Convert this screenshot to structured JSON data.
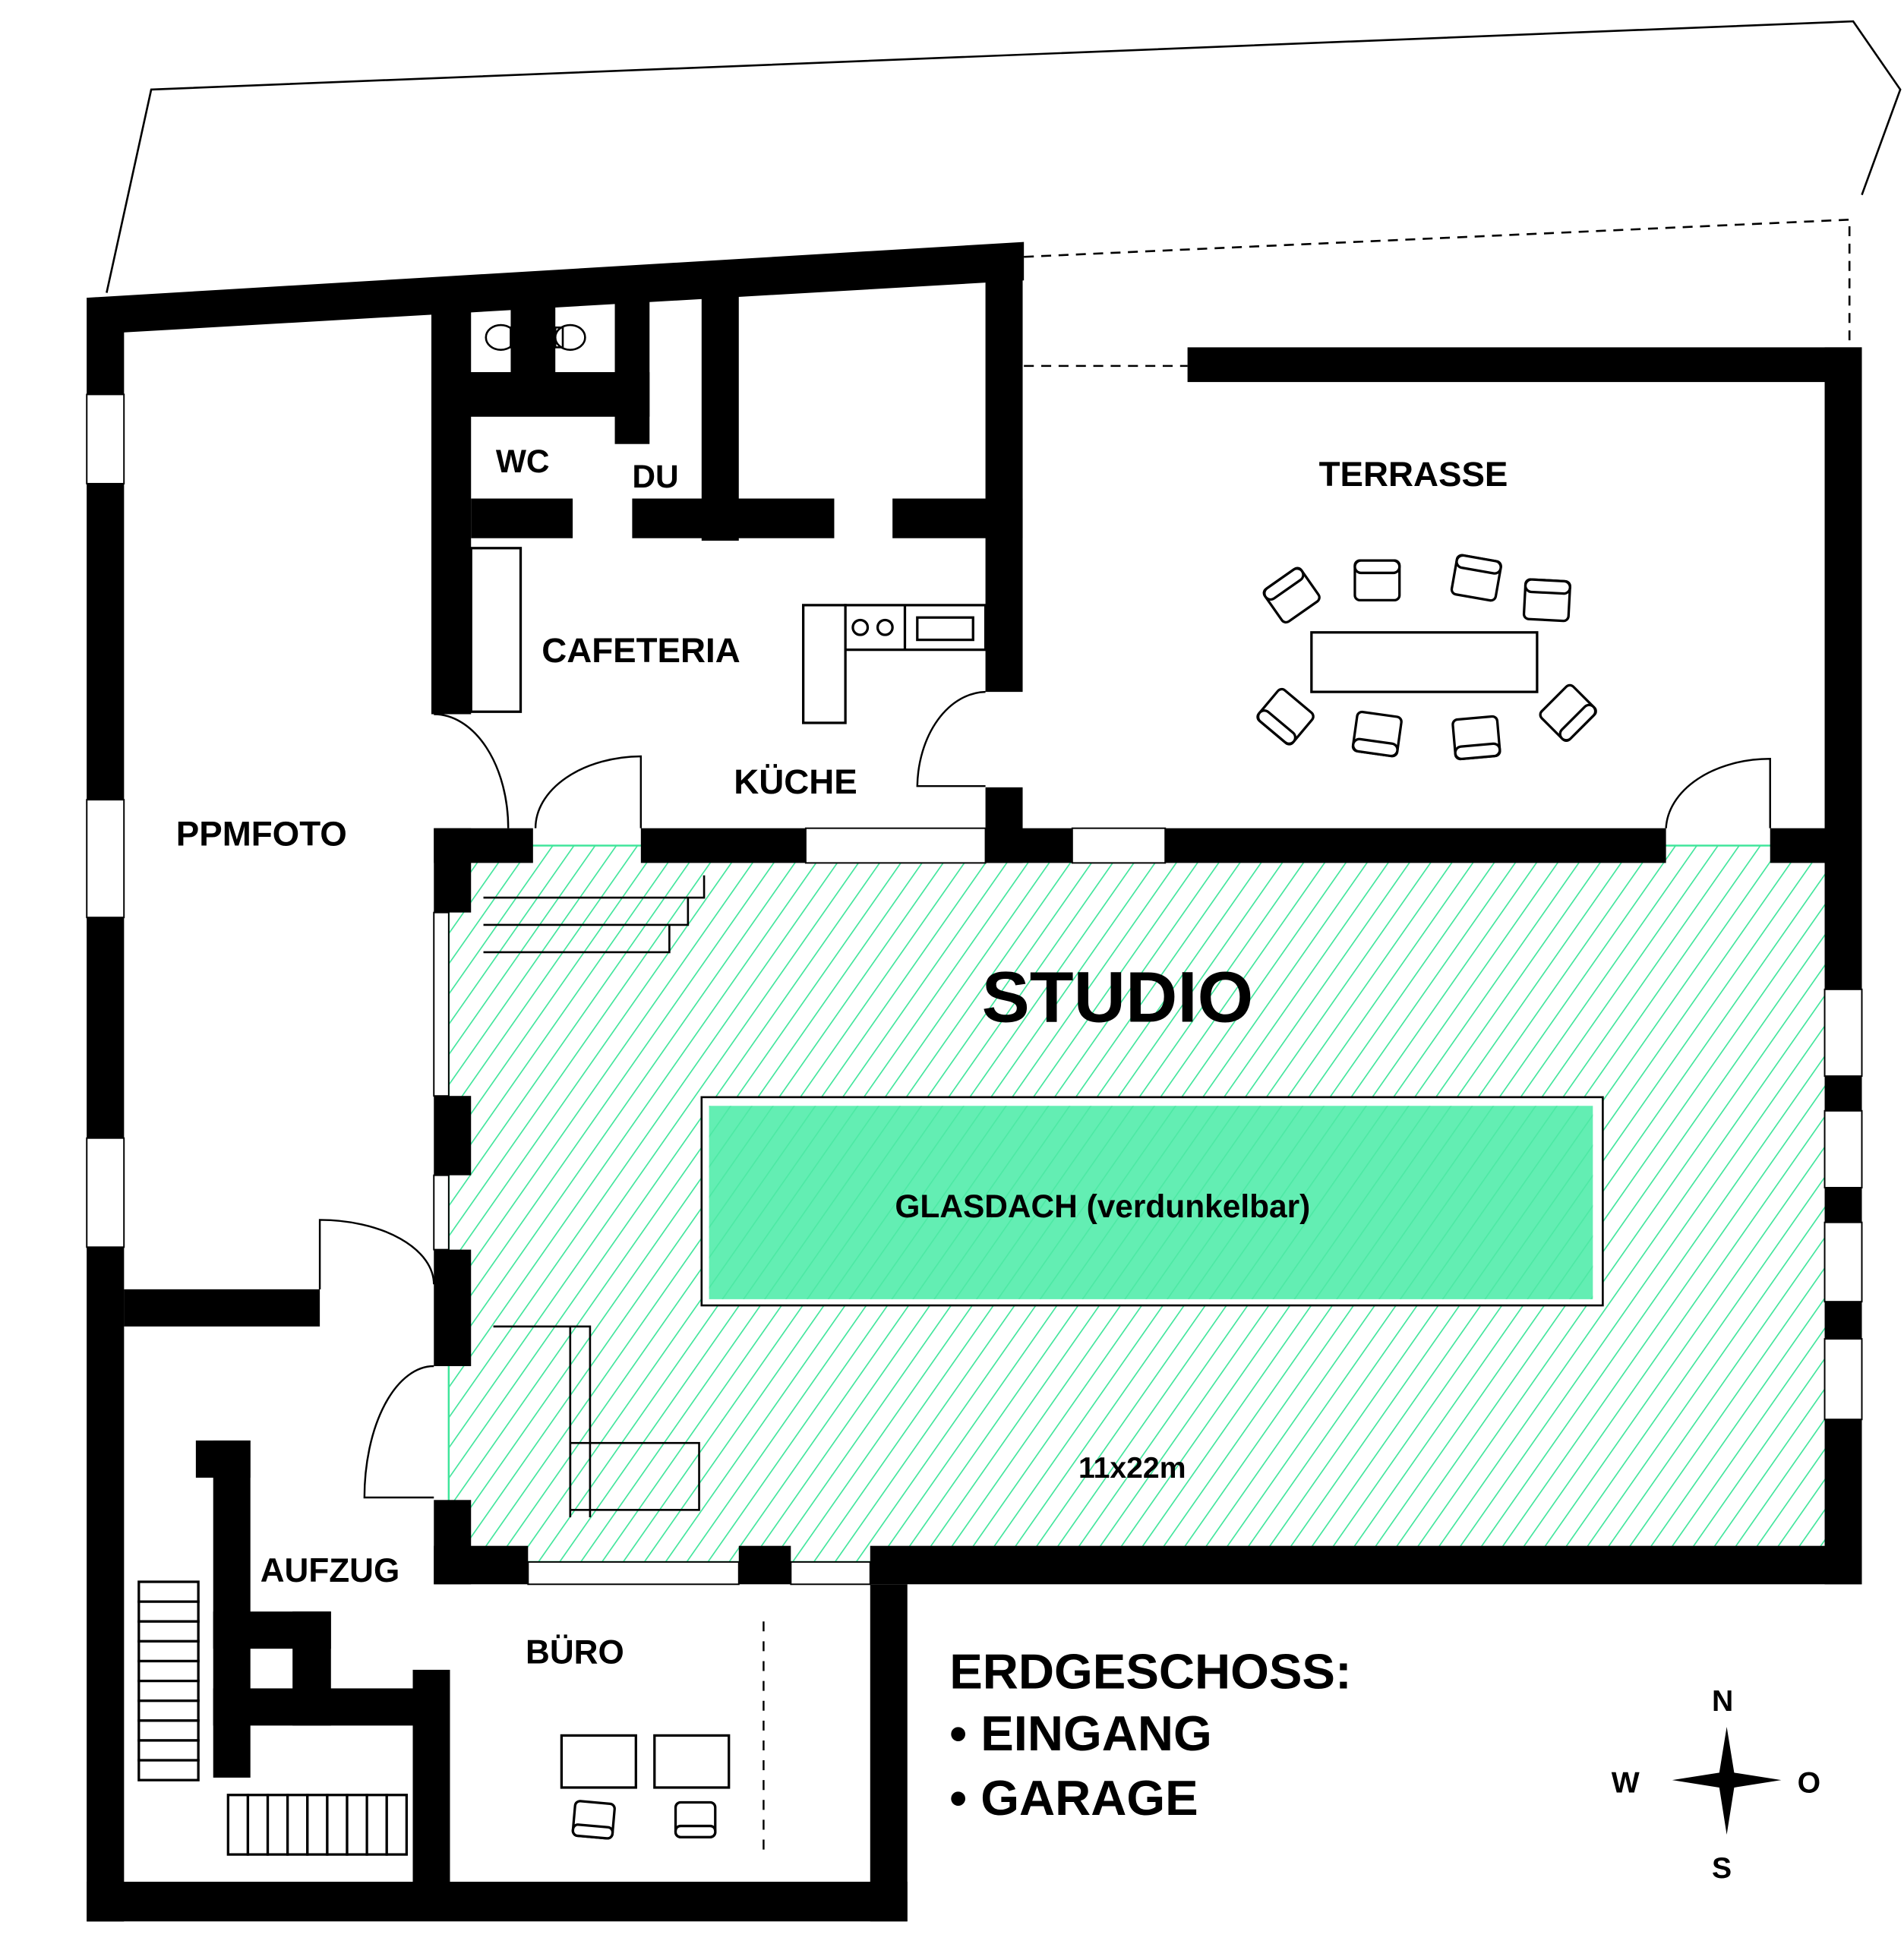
{
  "title": "ERDGESCHOSS:",
  "legend_items": [
    "• EINGANG",
    "• GARAGE"
  ],
  "rooms": {
    "wc": "WC",
    "du": "DU",
    "cafeteria": "CAFETERIA",
    "kueche": "KÜCHE",
    "terrasse": "TERRASSE",
    "ppmfoto": "PPMFOTO",
    "studio": "STUDIO",
    "glasdach": "GLASDACH (verdunkelbar)",
    "studio_size": "11x22m",
    "aufzug": "AUFZUG",
    "buero": "BÜRO"
  },
  "compass": {
    "n": "N",
    "s": "S",
    "w": "W",
    "o": "O"
  },
  "colors": {
    "wall": "#000000",
    "studio_hatch": "#3ee59a",
    "glasdach_fill": "#63eeb3",
    "background": "#ffffff"
  }
}
